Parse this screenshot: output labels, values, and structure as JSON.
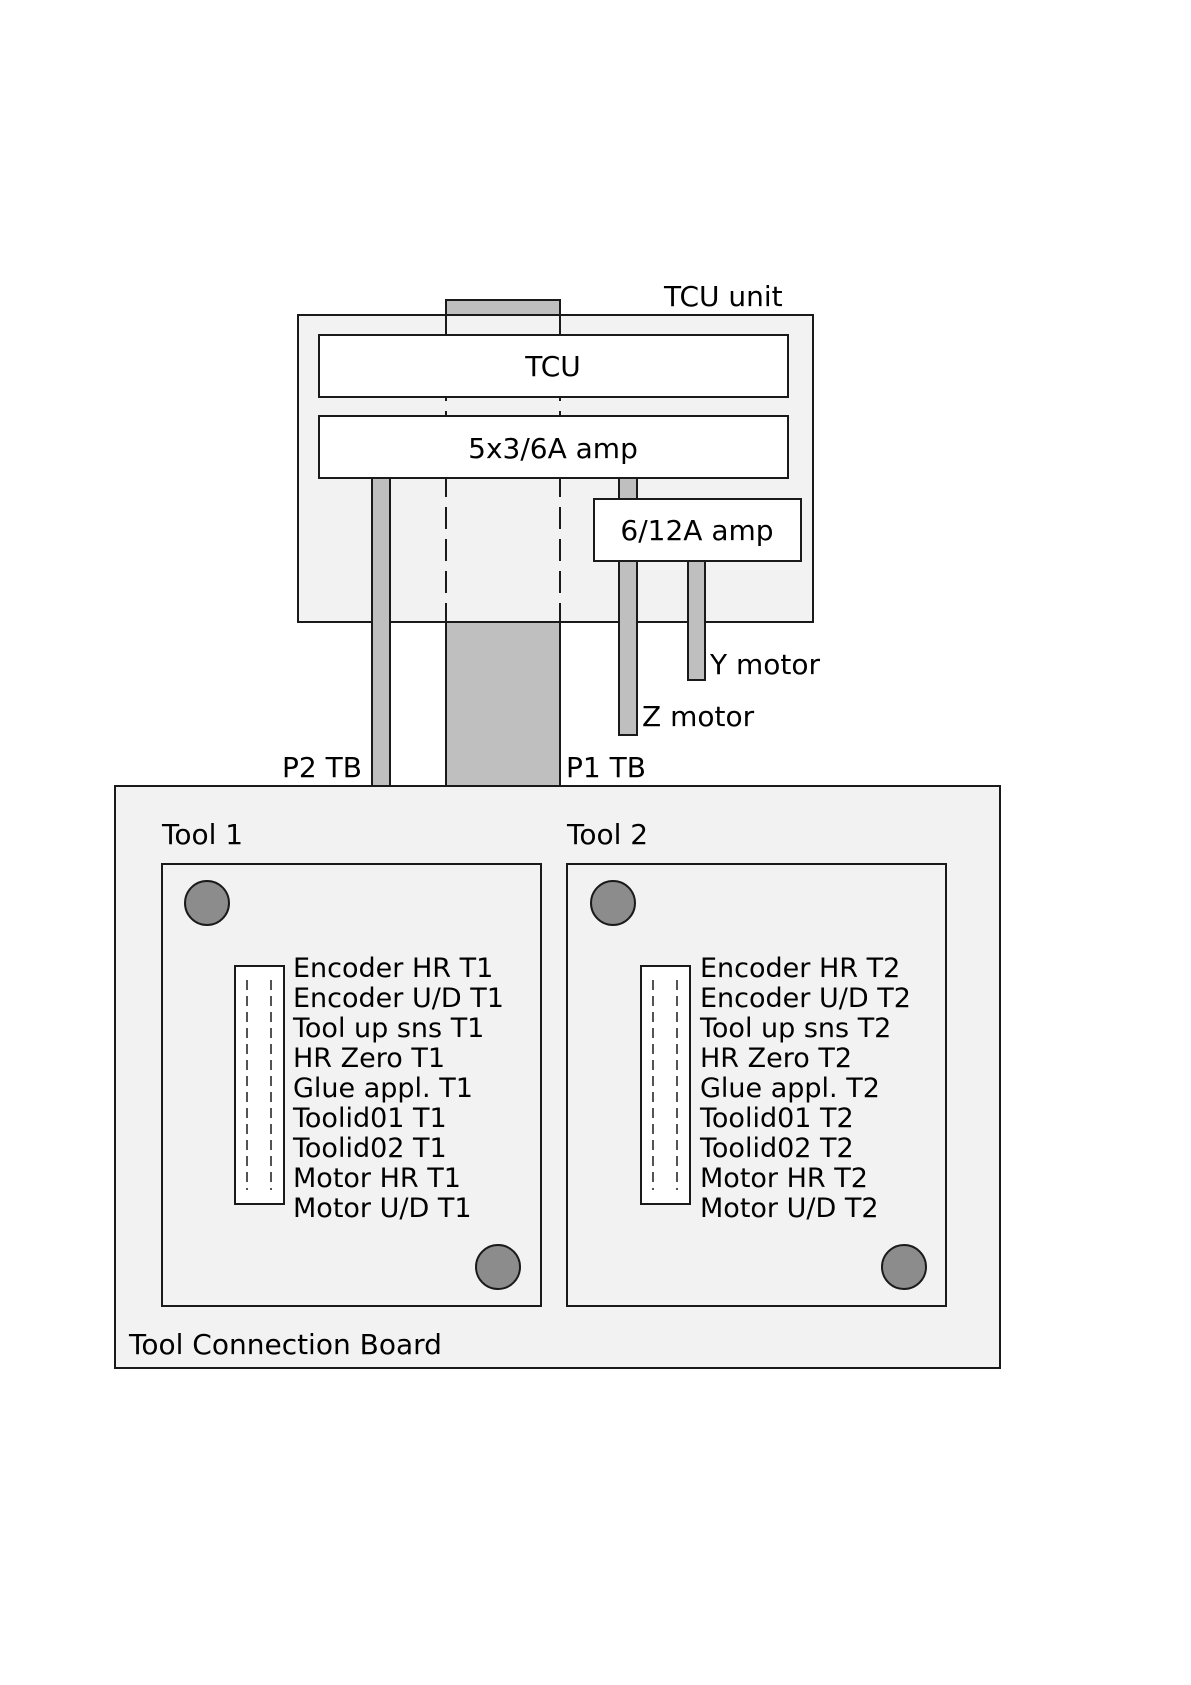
{
  "tcu_unit": {
    "label": "TCU unit",
    "tcu_label": "TCU",
    "amp_5x3_label": "5x3/6A amp",
    "amp_6_12_label": "6/12A amp",
    "y_motor_label": "Y motor",
    "z_motor_label": "Z motor"
  },
  "connectors": {
    "p2_label": "P2 TB",
    "p1_label": "P1 TB"
  },
  "board": {
    "label": "Tool Connection Board",
    "tools": [
      {
        "label": "Tool 1",
        "signals": [
          "Encoder HR T1",
          "Encoder U/D T1",
          "Tool up sns T1",
          "HR Zero T1",
          "Glue appl. T1",
          "Toolid01 T1",
          "Toolid02 T1",
          "Motor HR T1",
          "Motor U/D T1"
        ]
      },
      {
        "label": "Tool 2",
        "signals": [
          "Encoder HR T2",
          "Encoder U/D T2",
          "Tool up sns T2",
          "HR Zero T2",
          "Glue appl. T2",
          "Toolid01 T2",
          "Toolid02 T2",
          "Motor HR T2",
          "Motor U/D T2"
        ]
      }
    ]
  },
  "colors": {
    "panel_fill": "#f2f2f2",
    "box_fill": "#ffffff",
    "cable_fill": "#bfbfbf",
    "mount_hole_fill": "#8c8c8c",
    "stroke": "#1a1a1a"
  }
}
